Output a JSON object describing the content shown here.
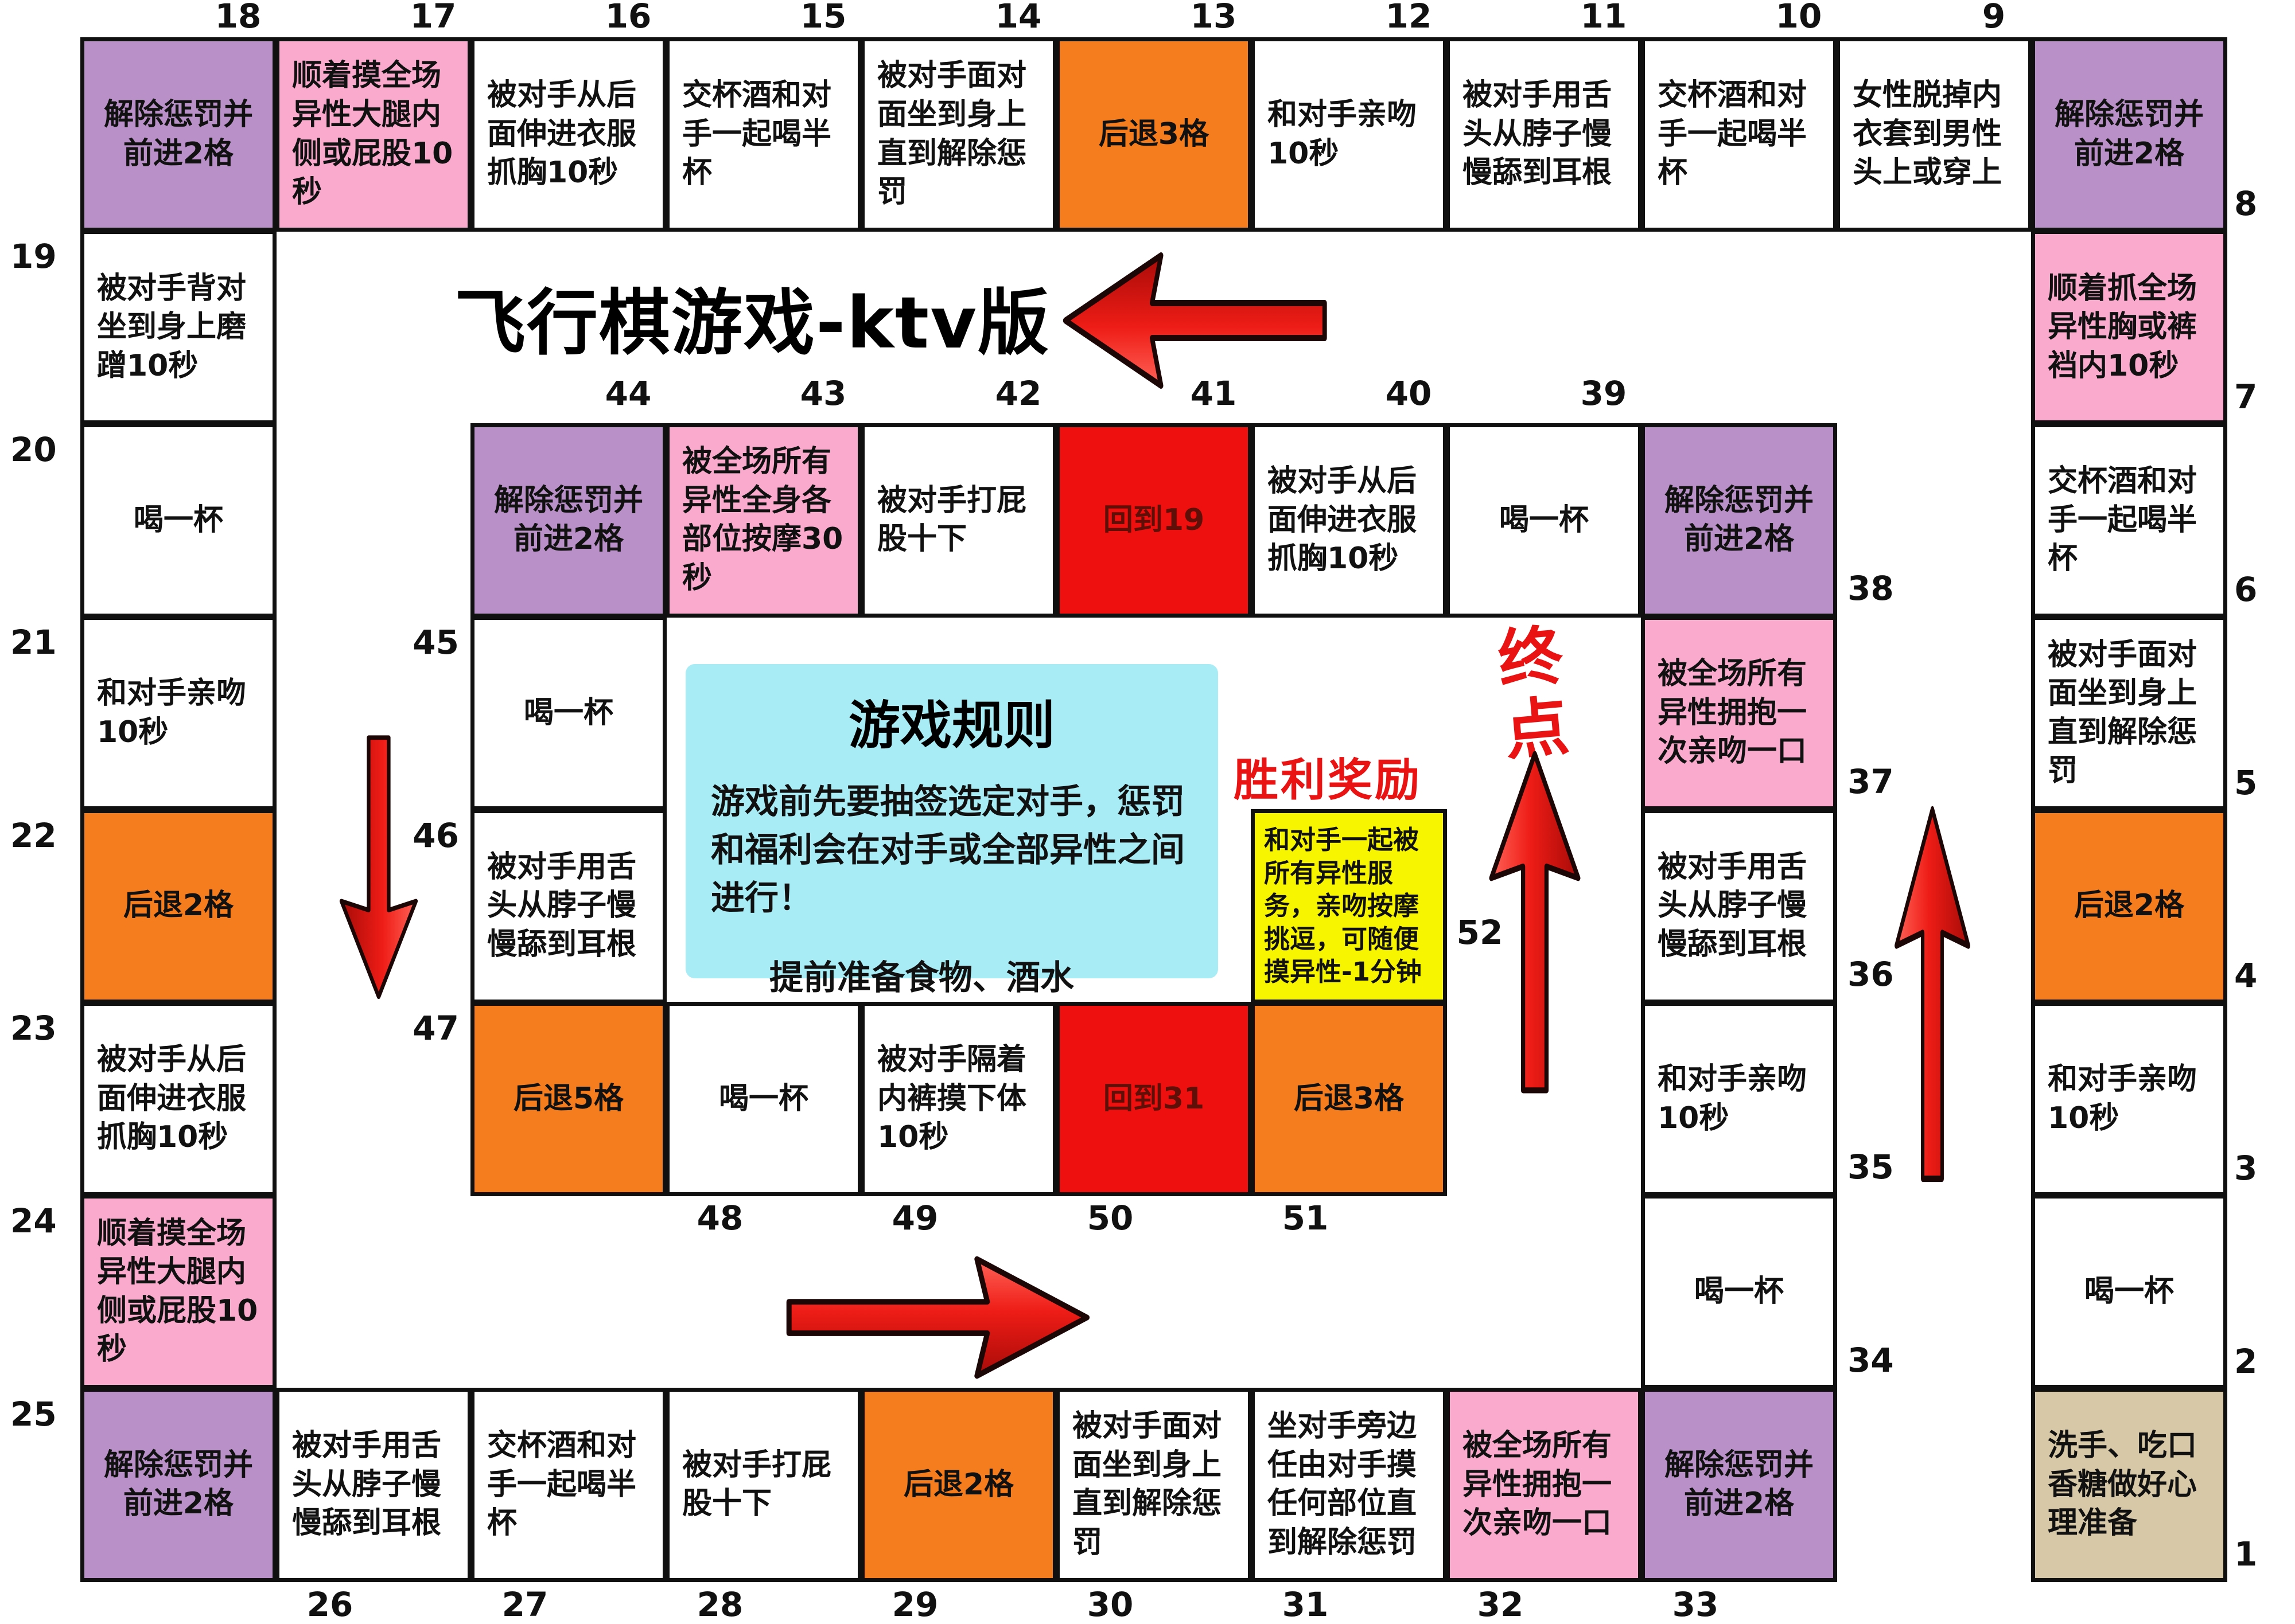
{
  "title": "飞行棋游戏-ktv版",
  "end_label": "终点",
  "victory_label": "胜利奖励",
  "rules": {
    "title": "游戏规则",
    "line1": "游戏前先要抽签选定对手，惩罚和福利会在对手或全部异性之间进行！",
    "line2": "提前准备食物、酒水"
  },
  "colors": {
    "purple": "#b991c8",
    "pink": "#faaacc",
    "orange": "#f57d1e",
    "red": "#ee0f0f",
    "yellow": "#f8f500",
    "tan": "#d7c8a8",
    "rules_cyan": "#a8ecf5",
    "accent_red": "#e81312"
  },
  "cells": [
    {
      "num": 1,
      "text": "洗手、吃口香糖做好心理准备"
    },
    {
      "num": 2,
      "text": "喝一杯"
    },
    {
      "num": 3,
      "text": "和对手亲吻10秒"
    },
    {
      "num": 4,
      "text": "后退2格"
    },
    {
      "num": 5,
      "text": "被对手面对面坐到身上直到解除惩罚"
    },
    {
      "num": 6,
      "text": "交杯酒和对手一起喝半杯"
    },
    {
      "num": 7,
      "text": "顺着抓全场异性胸或裤裆内10秒"
    },
    {
      "num": 8,
      "text": "解除惩罚并前进2格"
    },
    {
      "num": 9,
      "text": "女性脱掉内衣套到男性头上或穿上"
    },
    {
      "num": 10,
      "text": "交杯酒和对手一起喝半杯"
    },
    {
      "num": 11,
      "text": "被对手用舌头从脖子慢慢舔到耳根"
    },
    {
      "num": 12,
      "text": "和对手亲吻10秒"
    },
    {
      "num": 13,
      "text": "后退3格"
    },
    {
      "num": 14,
      "text": "被对手面对面坐到身上直到解除惩罚"
    },
    {
      "num": 15,
      "text": "交杯酒和对手一起喝半杯"
    },
    {
      "num": 16,
      "text": "被对手从后面伸进衣服抓胸10秒"
    },
    {
      "num": 17,
      "text": "顺着摸全场异性大腿内侧或屁股10秒"
    },
    {
      "num": 18,
      "text": "解除惩罚并前进2格"
    },
    {
      "num": 19,
      "text": "被对手背对坐到身上磨蹭10秒"
    },
    {
      "num": 20,
      "text": "喝一杯"
    },
    {
      "num": 21,
      "text": "和对手亲吻10秒"
    },
    {
      "num": 22,
      "text": "后退2格"
    },
    {
      "num": 23,
      "text": "被对手从后面伸进衣服抓胸10秒"
    },
    {
      "num": 24,
      "text": "顺着摸全场异性大腿内侧或屁股10秒"
    },
    {
      "num": 25,
      "text": "解除惩罚并前进2格"
    },
    {
      "num": 26,
      "text": "被对手用舌头从脖子慢慢舔到耳根"
    },
    {
      "num": 27,
      "text": "交杯酒和对手一起喝半杯"
    },
    {
      "num": 28,
      "text": "被对手打屁股十下"
    },
    {
      "num": 29,
      "text": "后退2格"
    },
    {
      "num": 30,
      "text": "被对手面对面坐到身上直到解除惩罚"
    },
    {
      "num": 31,
      "text": "坐对手旁边任由对手摸任何部位直到解除惩罚"
    },
    {
      "num": 32,
      "text": "被全场所有异性拥抱一次亲吻一口"
    },
    {
      "num": 33,
      "text": "解除惩罚并前进2格"
    },
    {
      "num": 34,
      "text": "喝一杯"
    },
    {
      "num": 35,
      "text": "和对手亲吻10秒"
    },
    {
      "num": 36,
      "text": "被对手用舌头从脖子慢慢舔到耳根"
    },
    {
      "num": 37,
      "text": "被全场所有异性拥抱一次亲吻一口"
    },
    {
      "num": 38,
      "text": "解除惩罚并前进2格"
    },
    {
      "num": 39,
      "text": "喝一杯"
    },
    {
      "num": 40,
      "text": "被对手从后面伸进衣服抓胸10秒"
    },
    {
      "num": 41,
      "text": "回到19"
    },
    {
      "num": 42,
      "text": "被对手打屁股十下"
    },
    {
      "num": 43,
      "text": "被全场所有异性全身各部位按摩30秒"
    },
    {
      "num": 44,
      "text": "解除惩罚并前进2格"
    },
    {
      "num": 45,
      "text": "喝一杯"
    },
    {
      "num": 46,
      "text": "被对手用舌头从脖子慢慢舔到耳根"
    },
    {
      "num": 47,
      "text": "后退5格"
    },
    {
      "num": 48,
      "text": "喝一杯"
    },
    {
      "num": 49,
      "text": "被对手隔着内裤摸下体10秒"
    },
    {
      "num": 50,
      "text": "回到31"
    },
    {
      "num": 51,
      "text": "后退3格"
    },
    {
      "num": 52,
      "text": "和对手一起被所有异性服务，亲吻按摩挑逗，可随便摸异性-1分钟"
    }
  ]
}
